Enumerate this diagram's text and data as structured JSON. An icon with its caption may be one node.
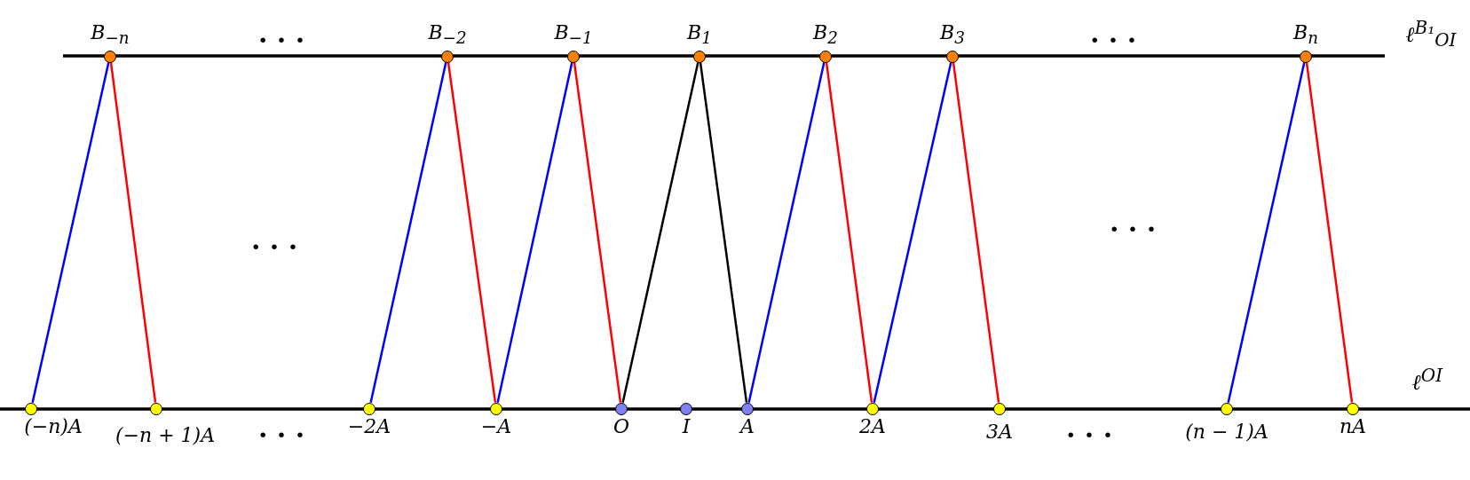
{
  "diagram": {
    "nodes": [
      {
        "text": [
          "B$_{−n}$"
        ]
      },
      {
        "text": [
          "B$_{−2}$"
        ]
      },
      {
        "text": [
          "B$_{−1}$"
        ]
      },
      {
        "text": [
          "B$_{1}$"
        ]
      },
      {
        "text": [
          "B$_{2}$"
        ]
      },
      {
        "text": [
          "B$_{3}$"
        ]
      },
      {
        "text": [
          "B$_{n}$"
        ]
      },
      {
        "text": [
          "(−n)A"
        ]
      },
      {
        "text": [
          "(−n + 1)A"
        ]
      },
      {
        "text": [
          "−2A"
        ]
      },
      {
        "text": [
          "−A"
        ]
      },
      {
        "text": [
          "O"
        ]
      },
      {
        "text": [
          "I"
        ]
      },
      {
        "text": [
          "A"
        ]
      },
      {
        "text": [
          "2A"
        ]
      },
      {
        "text": [
          "3A"
        ]
      },
      {
        "text": [
          "(n − 1)A"
        ]
      },
      {
        "text": [
          "nA"
        ]
      }
    ],
    "edges": [
      {
        "from": 0,
        "to": 7,
        "arrow": "none",
        "color": "#0000ff"
      },
      {
        "from": 0,
        "to": 8,
        "arrow": "none",
        "color": "#ff0000"
      },
      {
        "from": 1,
        "to": 9,
        "arrow": "none",
        "color": "#0000ff"
      },
      {
        "from": 1,
        "to": 10,
        "arrow": "none",
        "color": "#ff0000"
      },
      {
        "from": 2,
        "to": 10,
        "arrow": "none",
        "color": "#0000ff"
      },
      {
        "from": 2,
        "to": 11,
        "arrow": "none",
        "color": "#ff0000"
      },
      {
        "from": 3,
        "to": 11,
        "arrow": "none",
        "color": "#000000"
      },
      {
        "from": 3,
        "to": 13,
        "arrow": "none",
        "color": "#000000"
      },
      {
        "from": 4,
        "to": 13,
        "arrow": "none",
        "color": "#0000ff"
      },
      {
        "from": 4,
        "to": 14,
        "arrow": "none",
        "color": "#ff0000"
      },
      {
        "from": 5,
        "to": 14,
        "arrow": "none",
        "color": "#0000ff"
      },
      {
        "from": 5,
        "to": 15,
        "arrow": "none",
        "color": "#ff0000"
      },
      {
        "from": 6,
        "to": 16,
        "arrow": "none",
        "color": "#0000ff"
      },
      {
        "from": 6,
        "to": 17,
        "arrow": "none",
        "color": "#ff0000"
      }
    ],
    "labels": [
      "· · ·",
      "· · ·",
      "ℓ$^{B₁}$$_{OI}$",
      "· · ·",
      "· · ·",
      "ℓ$^{OI}$",
      "· · ·",
      "· · ·"
    ]
  }
}
